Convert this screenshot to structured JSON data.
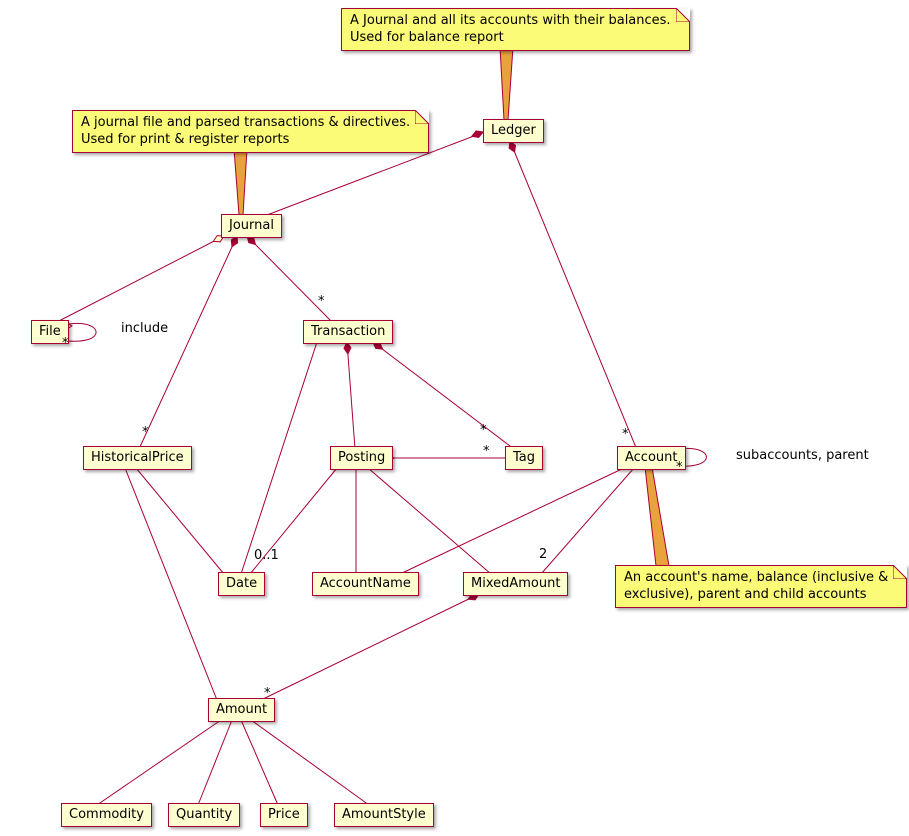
{
  "colors": {
    "line": "#A80036",
    "class_bg": "#FEFECE",
    "note_bg": "#FBFB77",
    "note_connector": "#E8A33D",
    "text": "#000000"
  },
  "classes": [
    {
      "id": "ledger",
      "name": "Ledger"
    },
    {
      "id": "journal",
      "name": "Journal"
    },
    {
      "id": "file",
      "name": "File"
    },
    {
      "id": "transaction",
      "name": "Transaction"
    },
    {
      "id": "historicalprice",
      "name": "HistoricalPrice"
    },
    {
      "id": "posting",
      "name": "Posting"
    },
    {
      "id": "tag",
      "name": "Tag"
    },
    {
      "id": "account",
      "name": "Account"
    },
    {
      "id": "date",
      "name": "Date"
    },
    {
      "id": "accountname",
      "name": "AccountName"
    },
    {
      "id": "mixedamount",
      "name": "MixedAmount"
    },
    {
      "id": "amount",
      "name": "Amount"
    },
    {
      "id": "commodity",
      "name": "Commodity"
    },
    {
      "id": "quantity",
      "name": "Quantity"
    },
    {
      "id": "price",
      "name": "Price"
    },
    {
      "id": "amountstyle",
      "name": "AmountStyle"
    }
  ],
  "notes": [
    {
      "id": "ledger-note",
      "text": "A Journal and all its accounts with their balances.\nUsed for balance report"
    },
    {
      "id": "journal-note",
      "text": "A journal file and parsed transactions & directives.\nUsed for print & register reports"
    },
    {
      "id": "account-note",
      "text": "An account's name, balance (inclusive &\nexclusive), parent and child accounts"
    }
  ],
  "labels": {
    "journal_transaction_mult": "*",
    "journal_historicalprice_mult": "*",
    "ledger_account_mult": "*",
    "transaction_tag_mult": "*",
    "posting_tag_mult": "*",
    "posting_date_mult": "0..1",
    "account_mixedamount_mult": "2",
    "mixedamount_amount_mult": "*",
    "file_loop_mult": "*",
    "file_loop_label": "include",
    "account_loop_mult": "*",
    "account_loop_label": "subaccounts, parent"
  }
}
